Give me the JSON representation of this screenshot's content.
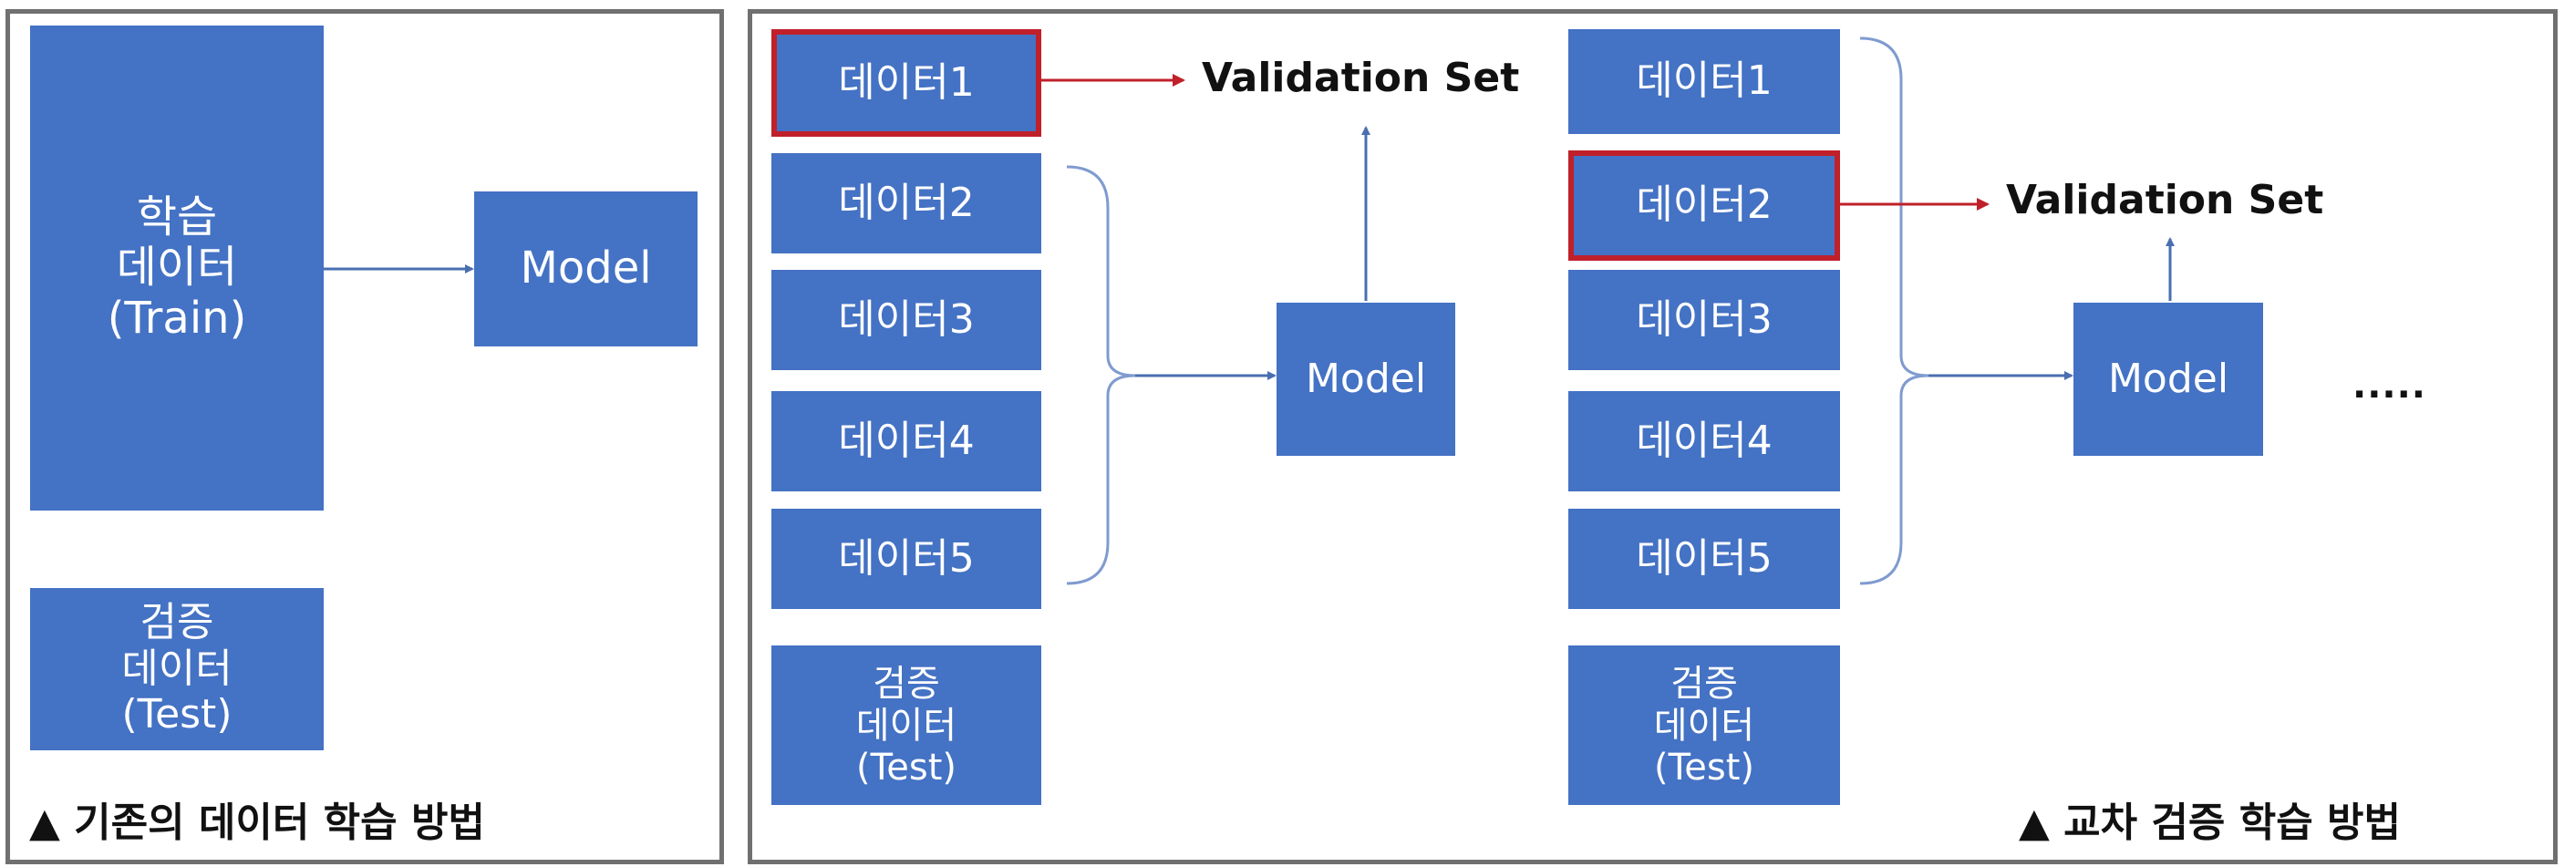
{
  "left_panel": {
    "train_box": {
      "line1": "학습",
      "line2": "데이터",
      "line3": "(Train)"
    },
    "model_label": "Model",
    "test_box": {
      "line1": "검증",
      "line2": "데이터",
      "line3": "(Test)"
    },
    "caption": "▲ 기존의 데이터 학습 방법"
  },
  "right_panel": {
    "fold1": {
      "data_items": [
        "데이터1",
        "데이터2",
        "데이터3",
        "데이터4",
        "데이터5"
      ],
      "highlighted_index": 0,
      "validation_label": "Validation Set",
      "model_label": "Model",
      "test_box": {
        "line1": "검증",
        "line2": "데이터",
        "line3": "(Test)"
      }
    },
    "fold2": {
      "data_items": [
        "데이터1",
        "데이터2",
        "데이터3",
        "데이터4",
        "데이터5"
      ],
      "highlighted_index": 1,
      "validation_label": "Validation Set",
      "model_label": "Model",
      "test_box": {
        "line1": "검증",
        "line2": "데이터",
        "line3": "(Test)"
      }
    },
    "ellipsis": ".....",
    "caption": "▲ 교차 검증 학습 방법"
  },
  "colors": {
    "box_fill": "#4472c4",
    "highlight_border": "#c0202a",
    "arrow_blue": "#4a6fb0",
    "arrow_red": "#c0202a",
    "panel_border": "#707070"
  }
}
